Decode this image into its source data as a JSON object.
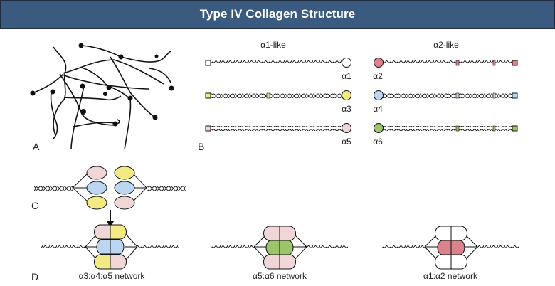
{
  "header": {
    "title": "Type IV Collagen Structure"
  },
  "colors": {
    "header_bg": "#3a5a80",
    "alpha1": "#ffffff",
    "alpha2": "#d9838c",
    "alpha3": "#f3ea84",
    "alpha4": "#bcd6f2",
    "alpha5": "#f1d6d8",
    "alpha6": "#9cc46a",
    "line": "#1a1a1a"
  },
  "panels": {
    "a": {
      "label": "A"
    },
    "b": {
      "label": "B",
      "groups": [
        {
          "title": "α1-like",
          "chains": [
            "α1",
            "α3",
            "α5"
          ]
        },
        {
          "title": "α2-like",
          "chains": [
            "α2",
            "α4",
            "α6"
          ]
        }
      ]
    },
    "c": {
      "label": "C"
    },
    "d": {
      "label": "D",
      "networks": [
        {
          "name": "α3:α4:α5 network"
        },
        {
          "name": "α5:α6 network"
        },
        {
          "name": "α1:α2 network"
        }
      ]
    }
  }
}
